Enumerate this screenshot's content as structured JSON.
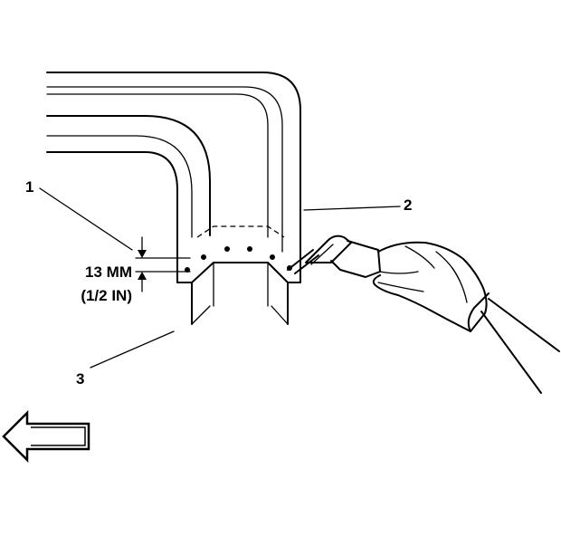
{
  "callouts": {
    "c1": "1",
    "c2": "2",
    "c3": "3"
  },
  "dimension": {
    "metric": "13 MM",
    "imperial": "(1/2 IN)"
  },
  "icons": {
    "direction_arrow": "arrow-left-outline-icon",
    "welder": "mig-welding-torch-icon",
    "hand": "gloved-hand-icon"
  }
}
